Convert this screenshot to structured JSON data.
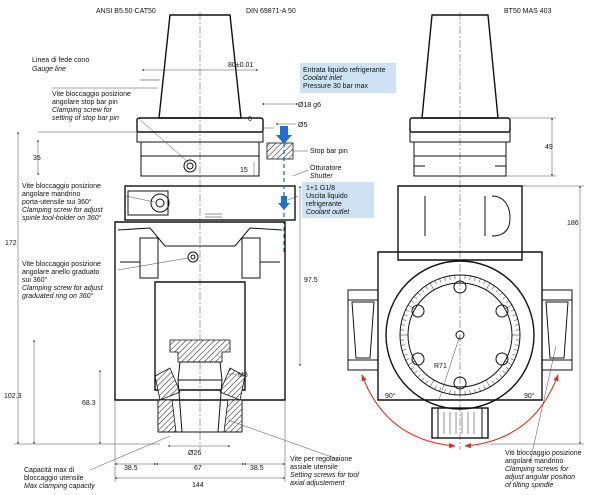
{
  "labels": {
    "ansi": "ANSI B5.50 CAT50",
    "din": "DIN 69871-A 50",
    "bt": "BT50 MAS 403",
    "gauge_it": "Linea di fede cono",
    "gauge_en": "Gauge line",
    "stopbar_it1": "Vite bloccaggio posizione",
    "stopbar_it2": "angolare stop bar pin",
    "stopbar_en1": "Clamping screw for",
    "stopbar_en2": "setting of stop bar pin",
    "spindle_it1": "Vite bloccaggio posizione",
    "spindle_it2": "angolare mandrino",
    "spindle_it3": "porta-utensile sui 360°",
    "spindle_en1": "Clamping screw for adjust",
    "spindle_en2": "spinle tool-holder on 360°",
    "ring_it1": "Vite bloccaggio posizione",
    "ring_it2": "angolare anello graduato",
    "ring_it3": "sui 360°",
    "ring_en1": "Clamping screw for adjust",
    "ring_en2": "graduated ring on 360°",
    "capacity_it1": "Capacità max di",
    "capacity_it2": "bloccaggio utensile",
    "capacity_en": "Max clamping capacity",
    "axial_it1": "Vite per regolazione",
    "axial_it2": "assiale utensile",
    "axial_en1": "Setting screws for tool",
    "axial_en2": "axial adjustement",
    "tilt_it1": "Viti bloccaggio posizione",
    "tilt_it2": "angolare mandrino",
    "tilt_en1": "Clamping screws for",
    "tilt_en2": "adjust angular position",
    "tilt_en3": "of tilting spindle",
    "stop_bar_pin": "Stop bar pin",
    "shutter_it": "Otturatore",
    "shutter_en": "Shutter",
    "inlet_it": "Entrata liquido refrigerante",
    "inlet_en": "Coolant inlet",
    "inlet_pressure": "Pressure 30 bar max",
    "outlet_thread": "1+1 G1/8",
    "outlet_it1": "Uscita liquido",
    "outlet_it2": "refrigerante",
    "outlet_en": "Coolant outlet",
    "m8": "M8",
    "r71": "R71"
  },
  "dimensions": {
    "d80": "80±0.01",
    "d18": "Ø18 g6",
    "d5": "Ø5",
    "d6": "6",
    "d35": "35",
    "d15": "15",
    "d172": "172",
    "d97_5": "97.5",
    "d102_3": "102.3",
    "d68_3": "68.3",
    "d26": "Ø26",
    "d38_5a": "38.5",
    "d67": "67",
    "d38_5b": "38.5",
    "d144": "144",
    "d49": "49",
    "d186": "186",
    "a90l": "90°",
    "a90r": "90°"
  },
  "colors": {
    "coolant_arrow": "#1f6fd1",
    "callout_bg": "#cfe2f3",
    "angle_arc": "#d93025"
  }
}
